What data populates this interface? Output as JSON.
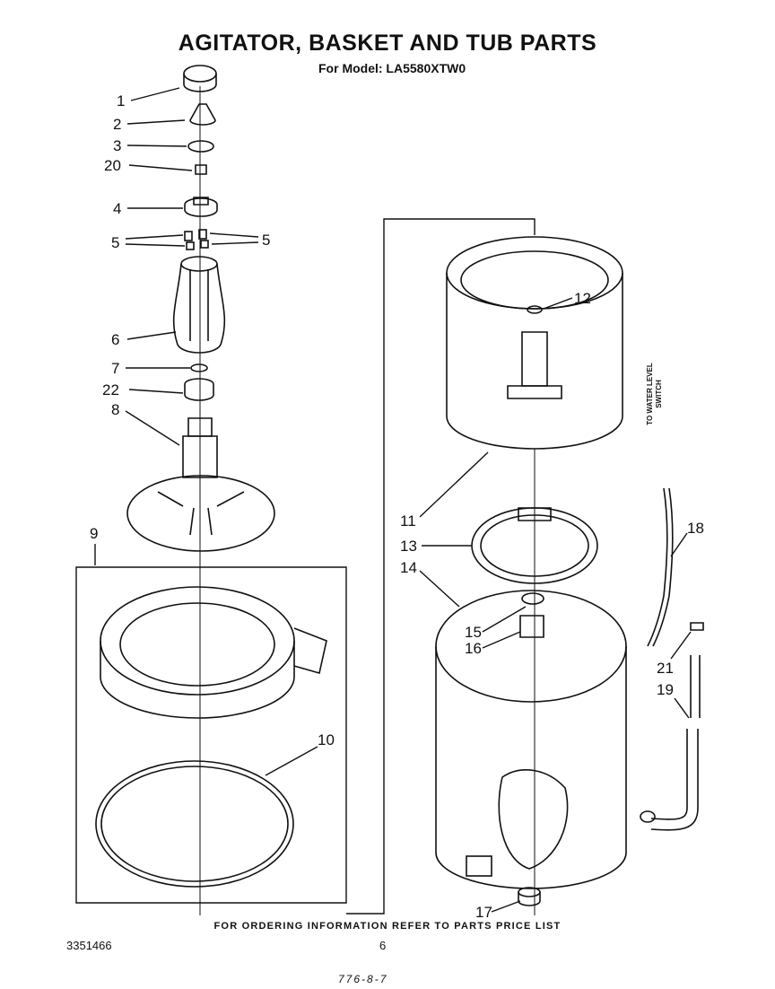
{
  "title": "AGITATOR, BASKET AND TUB PARTS",
  "subtitle": "For Model: LA5580XTW0",
  "side_note_line1": "TO WATER LEVEL",
  "side_note_line2": "SWITCH",
  "footer_note": "FOR ORDERING INFORMATION REFER TO PARTS PRICE LIST",
  "doc_number": "3351466",
  "page_number": "6",
  "stamp": "776-8-7",
  "callouts": [
    "1",
    "2",
    "3",
    "20",
    "4",
    "5",
    "5",
    "6",
    "7",
    "22",
    "8",
    "9",
    "10",
    "11",
    "12",
    "13",
    "14",
    "15",
    "16",
    "17",
    "18",
    "21",
    "19"
  ]
}
